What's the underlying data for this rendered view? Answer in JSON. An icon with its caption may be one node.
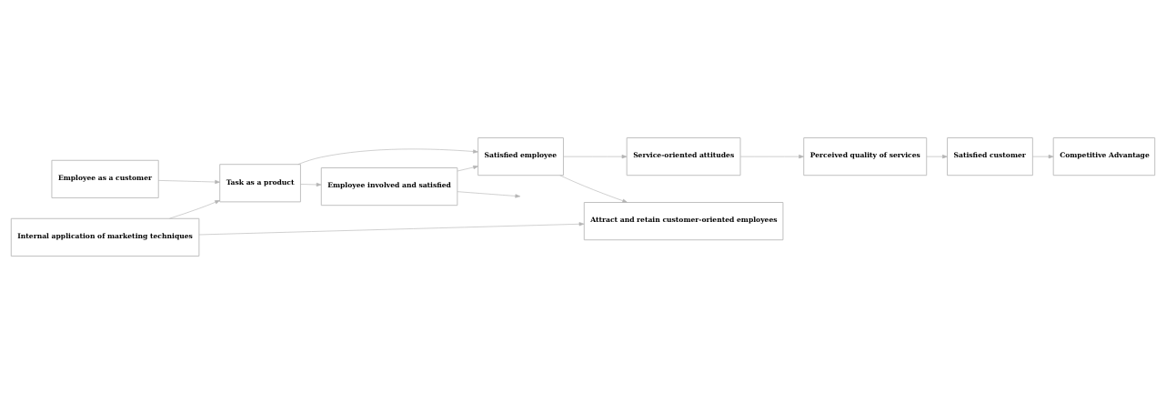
{
  "diagram": {
    "nodes": [
      {
        "text": [
          "Employee involved and satisfied"
        ]
      },
      {
        "text": [
          "Employee as a customer"
        ]
      },
      {
        "text": [
          "Task as a product"
        ]
      },
      {
        "text": [
          "Satisfied employee"
        ]
      },
      {
        "text": [
          "Service-oriented attitudes"
        ]
      },
      {
        "text": [
          "Perceived quality of services"
        ]
      },
      {
        "text": [
          "Satisfied customer"
        ]
      },
      {
        "text": [
          "Competitive Advantage"
        ]
      },
      {
        "text": [
          "Internal application of marketing techniques"
        ]
      },
      {
        "text": [
          "Attract and retain customer-oriented employees"
        ]
      }
    ],
    "edges": [
      {
        "from": 1,
        "to": 2,
        "arrow": "to"
      },
      {
        "from": 2,
        "to": 0,
        "arrow": "to"
      },
      {
        "from": 0,
        "to": 3,
        "arrow": "to"
      },
      {
        "from": 2,
        "to": 3,
        "arrow": "to"
      },
      {
        "from": 8,
        "to": 2,
        "arrow": "to"
      },
      {
        "from": 0,
        "to": null,
        "arrow": "to"
      },
      {
        "from": 8,
        "to": 9,
        "arrow": "to"
      },
      {
        "from": 3,
        "to": 9,
        "arrow": "to"
      },
      {
        "from": 3,
        "to": 4,
        "arrow": "to"
      },
      {
        "from": 4,
        "to": 5,
        "arrow": "to"
      },
      {
        "from": 5,
        "to": 6,
        "arrow": "to"
      },
      {
        "from": 6,
        "to": 7,
        "arrow": "to"
      }
    ]
  }
}
